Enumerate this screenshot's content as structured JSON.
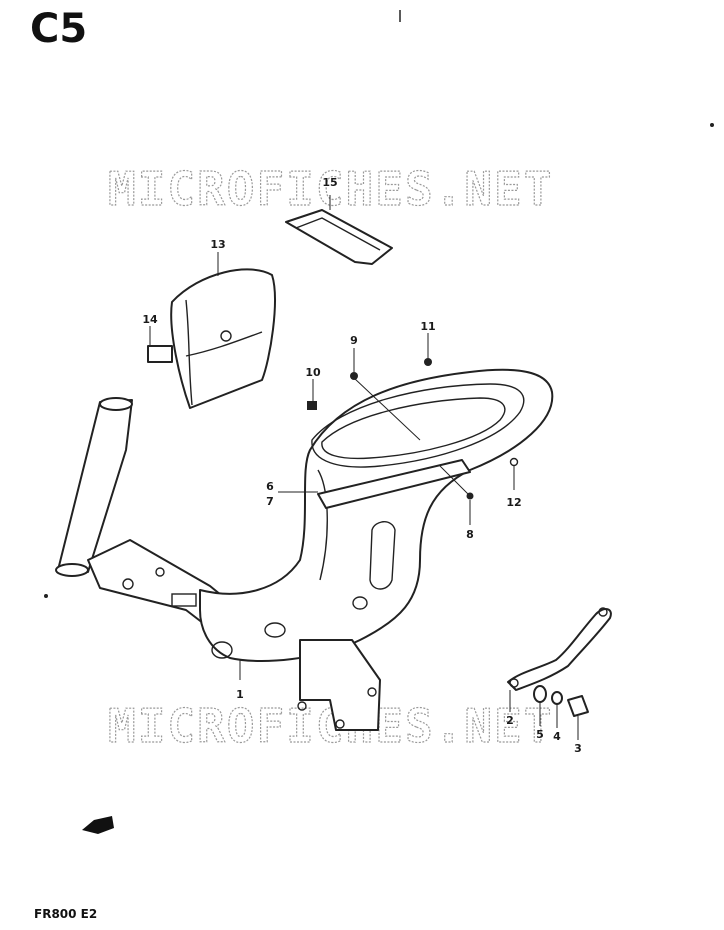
{
  "header": {
    "section_code": "C5",
    "model_code": "FR800 E2"
  },
  "watermark": {
    "top_text": "MICROFICHES.NET",
    "bottom_text": "MICROFICHES.NET"
  },
  "callouts": [
    {
      "id": "1",
      "label": "1"
    },
    {
      "id": "2",
      "label": "2"
    },
    {
      "id": "3",
      "label": "3"
    },
    {
      "id": "4",
      "label": "4"
    },
    {
      "id": "5",
      "label": "5"
    },
    {
      "id": "6",
      "label": "6"
    },
    {
      "id": "7",
      "label": "7"
    },
    {
      "id": "8",
      "label": "8"
    },
    {
      "id": "9",
      "label": "9"
    },
    {
      "id": "10",
      "label": "10"
    },
    {
      "id": "11",
      "label": "11"
    },
    {
      "id": "12",
      "label": "12"
    },
    {
      "id": "13",
      "label": "13"
    },
    {
      "id": "14",
      "label": "14"
    },
    {
      "id": "15",
      "label": "15"
    }
  ],
  "icons": {
    "direction_arrow": "front-arrow-icon"
  }
}
